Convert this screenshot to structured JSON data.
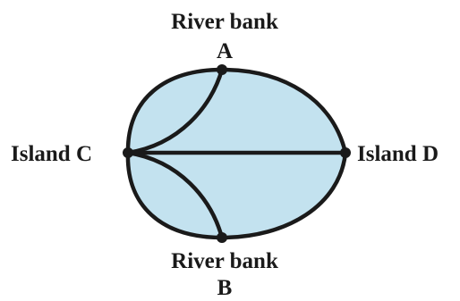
{
  "labels": {
    "top_title": "River bank",
    "top_letter": "A",
    "left": "Island C",
    "right": "Island D",
    "bottom_title": "River bank",
    "bottom_letter": "B"
  },
  "colors": {
    "fill": "#c3e2ef",
    "stroke": "#1a1a1a",
    "text": "#1a1a1a"
  }
}
